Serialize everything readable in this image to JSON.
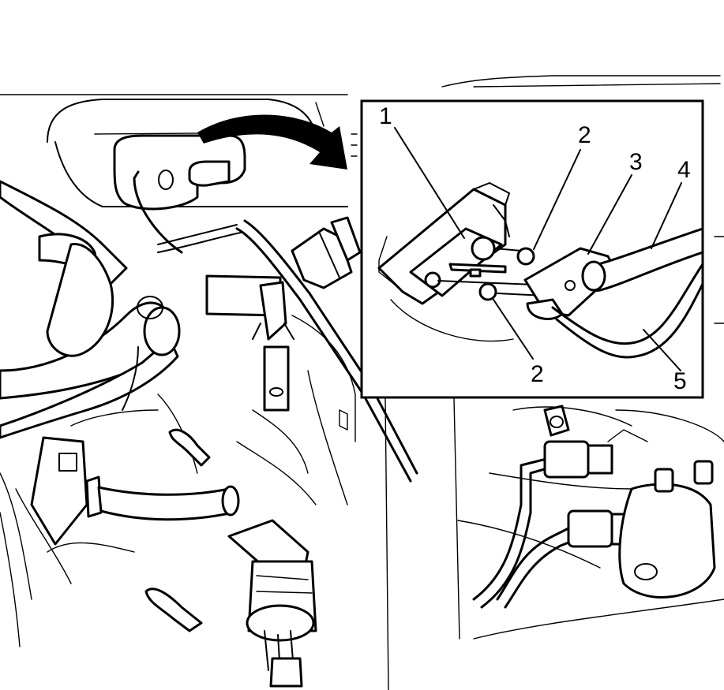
{
  "callouts": {
    "c1": "1",
    "c2a": "2",
    "c2b": "2",
    "c3": "3",
    "c4": "4",
    "c5": "5"
  }
}
